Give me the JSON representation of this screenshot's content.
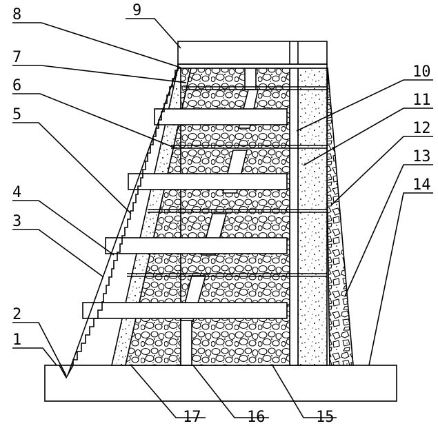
{
  "figure": {
    "labels": [
      {
        "id": "1",
        "text": "1"
      },
      {
        "id": "2",
        "text": "2"
      },
      {
        "id": "3",
        "text": "3"
      },
      {
        "id": "4",
        "text": "4"
      },
      {
        "id": "5",
        "text": "5"
      },
      {
        "id": "6",
        "text": "6"
      },
      {
        "id": "7",
        "text": "7"
      },
      {
        "id": "8",
        "text": "8"
      },
      {
        "id": "9",
        "text": "9"
      },
      {
        "id": "10",
        "text": "10"
      },
      {
        "id": "11",
        "text": "11"
      },
      {
        "id": "12",
        "text": "12"
      },
      {
        "id": "13",
        "text": "13"
      },
      {
        "id": "14",
        "text": "14"
      },
      {
        "id": "15",
        "text": "15"
      },
      {
        "id": "16",
        "text": "16"
      },
      {
        "id": "17",
        "text": "17"
      }
    ],
    "colors": {
      "line": "#000000",
      "background": "#ffffff"
    }
  }
}
